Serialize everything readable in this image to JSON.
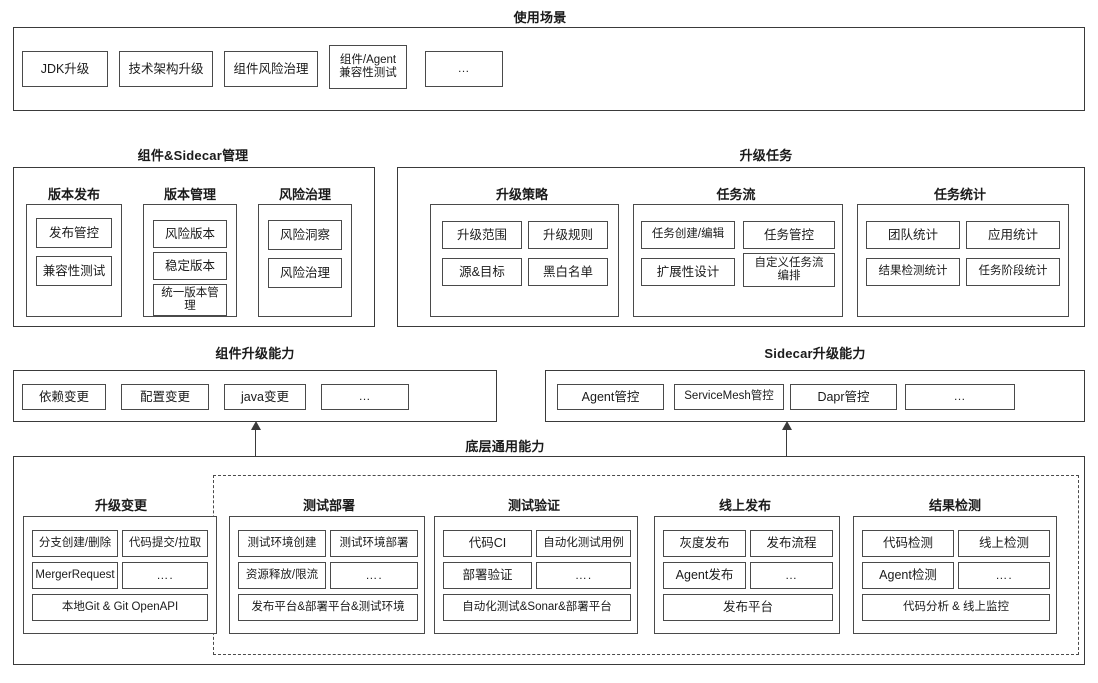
{
  "diagram": {
    "title_note": "Component & Sidecar upgrade platform capability architecture",
    "sections": {
      "scenarios": {
        "title": "使用场景",
        "items": [
          {
            "label": "JDK升级"
          },
          {
            "label": "技术架构升级"
          },
          {
            "label": "组件风险治理"
          },
          {
            "label": "组件/Agent\n兼容性测试"
          },
          {
            "label": "…"
          }
        ]
      },
      "component_sidecar_mgmt": {
        "title": "组件&Sidecar管理",
        "groups": [
          {
            "title": "版本发布",
            "items": [
              {
                "label": "发布管控"
              },
              {
                "label": "兼容性测试"
              }
            ]
          },
          {
            "title": "版本管理",
            "items": [
              {
                "label": "风险版本"
              },
              {
                "label": "稳定版本"
              },
              {
                "label": "统一版本管\n理"
              }
            ]
          },
          {
            "title": "风险治理",
            "items": [
              {
                "label": "风险洞察"
              },
              {
                "label": "风险治理"
              }
            ]
          }
        ]
      },
      "upgrade_task": {
        "title": "升级任务",
        "groups": [
          {
            "title": "升级策略",
            "items": [
              {
                "label": "升级范围"
              },
              {
                "label": "升级规则"
              },
              {
                "label": "源&目标"
              },
              {
                "label": "黑白名单"
              }
            ]
          },
          {
            "title": "任务流",
            "items": [
              {
                "label": "任务创建/编辑"
              },
              {
                "label": "任务管控"
              },
              {
                "label": "扩展性设计"
              },
              {
                "label": "自定义任务流\n编排"
              }
            ]
          },
          {
            "title": "任务统计",
            "items": [
              {
                "label": "团队统计"
              },
              {
                "label": "应用统计"
              },
              {
                "label": "结果检测统计"
              },
              {
                "label": "任务阶段统计"
              }
            ]
          }
        ]
      },
      "component_upgrade_capability": {
        "title": "组件升级能力",
        "items": [
          {
            "label": "依赖变更"
          },
          {
            "label": "配置变更"
          },
          {
            "label": "java变更"
          },
          {
            "label": "…"
          }
        ]
      },
      "sidecar_upgrade_capability": {
        "title": "Sidecar升级能力",
        "items": [
          {
            "label": "Agent管控"
          },
          {
            "label": "ServiceMesh管控"
          },
          {
            "label": "Dapr管控"
          },
          {
            "label": "…"
          }
        ]
      },
      "base_common_capability": {
        "title": "底层通用能力",
        "groups": [
          {
            "title": "升级变更",
            "dashed": false,
            "row1": [
              {
                "label": "分支创建/删除"
              },
              {
                "label": "代码提交/拉取"
              }
            ],
            "row2": [
              {
                "label": "MergerRequest"
              },
              {
                "label": "…."
              }
            ],
            "row3": [
              {
                "label": "本地Git & Git OpenAPI"
              }
            ]
          },
          {
            "title": "测试部署",
            "dashed": true,
            "row1": [
              {
                "label": "测试环境创建"
              },
              {
                "label": "测试环境部署"
              }
            ],
            "row2": [
              {
                "label": "资源释放/限流"
              },
              {
                "label": "…."
              }
            ],
            "row3": [
              {
                "label": "发布平台&部署平台&测试环境"
              }
            ]
          },
          {
            "title": "测试验证",
            "dashed": true,
            "row1": [
              {
                "label": "代码CI"
              },
              {
                "label": "自动化测试用例"
              }
            ],
            "row2": [
              {
                "label": "部署验证"
              },
              {
                "label": "…."
              }
            ],
            "row3": [
              {
                "label": "自动化测试&Sonar&部署平台"
              }
            ]
          },
          {
            "title": "线上发布",
            "dashed": true,
            "row1": [
              {
                "label": "灰度发布"
              },
              {
                "label": "发布流程"
              }
            ],
            "row2": [
              {
                "label": "Agent发布"
              },
              {
                "label": "…"
              }
            ],
            "row3": [
              {
                "label": "发布平台"
              }
            ]
          },
          {
            "title": "结果检测",
            "dashed": true,
            "row1": [
              {
                "label": "代码检测"
              },
              {
                "label": "线上检测"
              }
            ],
            "row2": [
              {
                "label": "Agent检测"
              },
              {
                "label": "…."
              }
            ],
            "row3": [
              {
                "label": "代码分析 & 线上监控"
              }
            ]
          }
        ]
      }
    },
    "connectors": [
      {
        "name": "arrow-base-to-component-upgrade",
        "direction": "up"
      },
      {
        "name": "arrow-base-to-sidecar-upgrade",
        "direction": "up"
      }
    ],
    "colors": {
      "border": "#3a3a3a",
      "box_border": "#4a4a4a",
      "background": "#ffffff",
      "text": "#1a1a1a"
    }
  }
}
